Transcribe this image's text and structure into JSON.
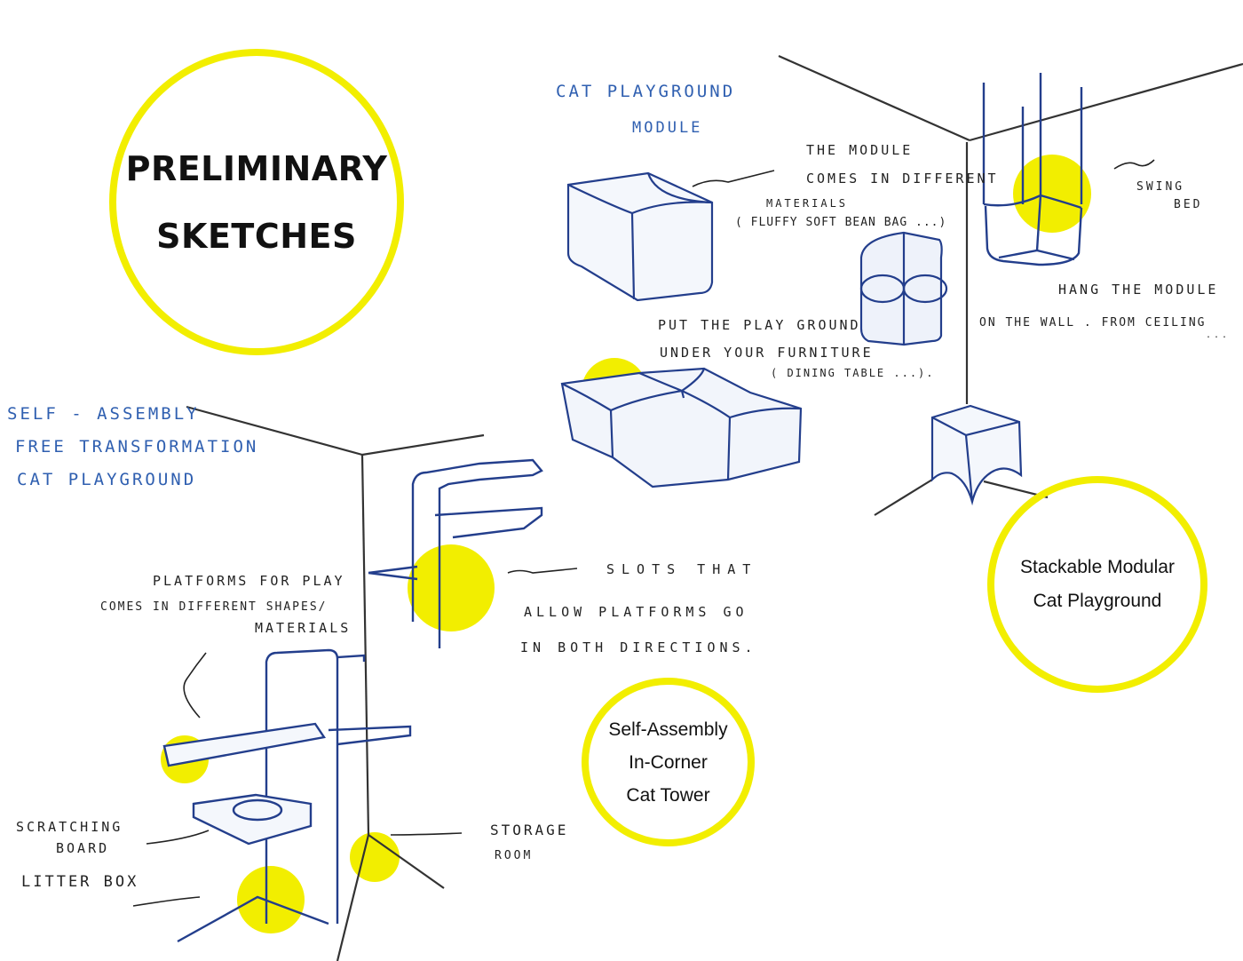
{
  "title_circle": {
    "line1": "PRELIMINARY",
    "line2": "SKETCHES"
  },
  "section_labels": {
    "tower": [
      "Self-Assembly",
      "In-Corner",
      "Cat Tower"
    ],
    "modular": [
      "Stackable Modular",
      "Cat Playground"
    ]
  },
  "handwritten_notes": {
    "module_heading": [
      "CAT PLAYGROUND",
      "MODULE"
    ],
    "materials_note": [
      "THE MODULE",
      "COMES IN DIFFERENT",
      "MATERIALS",
      "( FLUFFY SOFT BEAN BAG ...)"
    ],
    "swing_bed": [
      "SWING",
      "BED"
    ],
    "hang_note": [
      "HANG THE MODULE",
      "ON THE WALL . FROM CEILING",
      "..."
    ],
    "furniture_note": [
      "PUT THE PLAY GROUND",
      "UNDER YOUR FURNITURE",
      "( DINING TABLE ...)."
    ],
    "tower_heading": [
      "SELF - ASSEMBLY",
      "FREE TRANSFORMATION",
      "CAT PLAYGROUND"
    ],
    "platforms_note": [
      "PLATFORMS FOR PLAY",
      "COMES IN DIFFERENT SHAPES/",
      "MATERIALS"
    ],
    "slots_note": [
      "SLOTS THAT",
      "ALLOW PLATFORMS GO",
      "IN BOTH DIRECTIONS."
    ],
    "scratching_board": [
      "SCRATCHING",
      "BOARD"
    ],
    "litter_box": "LITTER BOX",
    "storage_room": [
      "STORAGE",
      "ROOM"
    ]
  },
  "colors": {
    "highlight_yellow": "#f2ee00",
    "pencil_blue": "#2f5fb0",
    "ink_black": "#222222"
  }
}
